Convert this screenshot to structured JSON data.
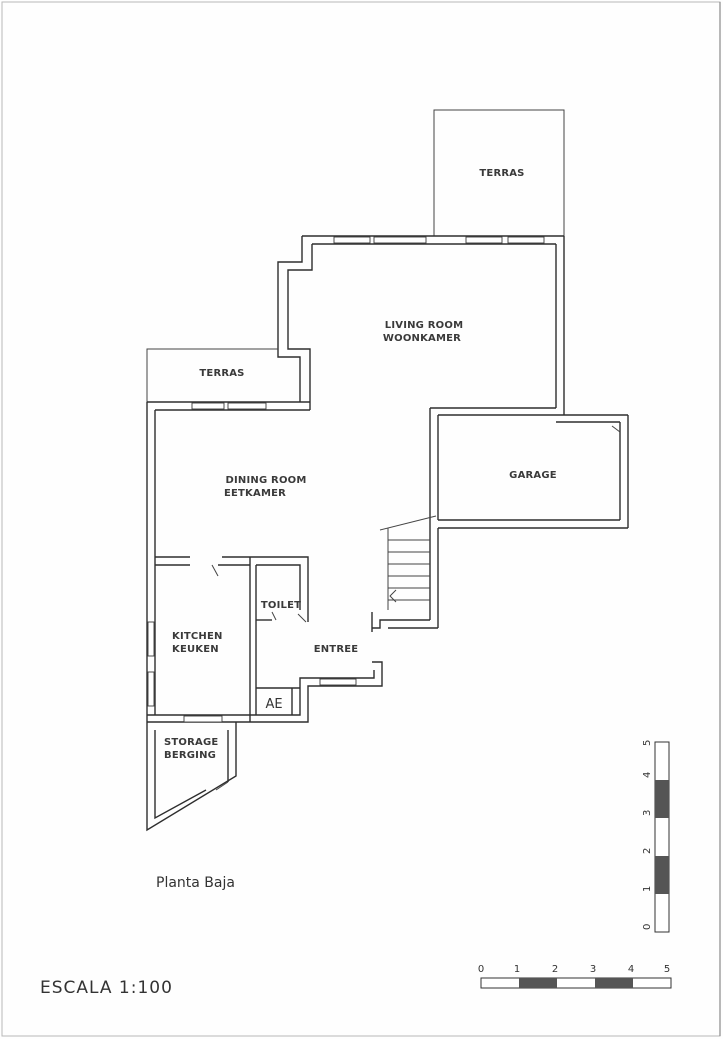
{
  "plan": {
    "rooms": {
      "terras_top": "TERRAS",
      "living_en": "LIVING ROOM",
      "living_nl": "WOONKAMER",
      "terras_left": "TERRAS",
      "dining_en": "DINING ROOM",
      "dining_nl": "EETKAMER",
      "garage": "GARAGE",
      "toilet": "TOILET",
      "kitchen_en": "KITCHEN",
      "kitchen_nl": "KEUKEN",
      "entree": "ENTREE",
      "ae": "AE",
      "storage_en": "STORAGE",
      "storage_nl": "BERGING"
    },
    "floor_name": "Planta Baja",
    "scale_text": "ESCALA 1:100",
    "scale_bar_ticks": [
      "0",
      "1",
      "2",
      "3",
      "4",
      "5"
    ]
  }
}
